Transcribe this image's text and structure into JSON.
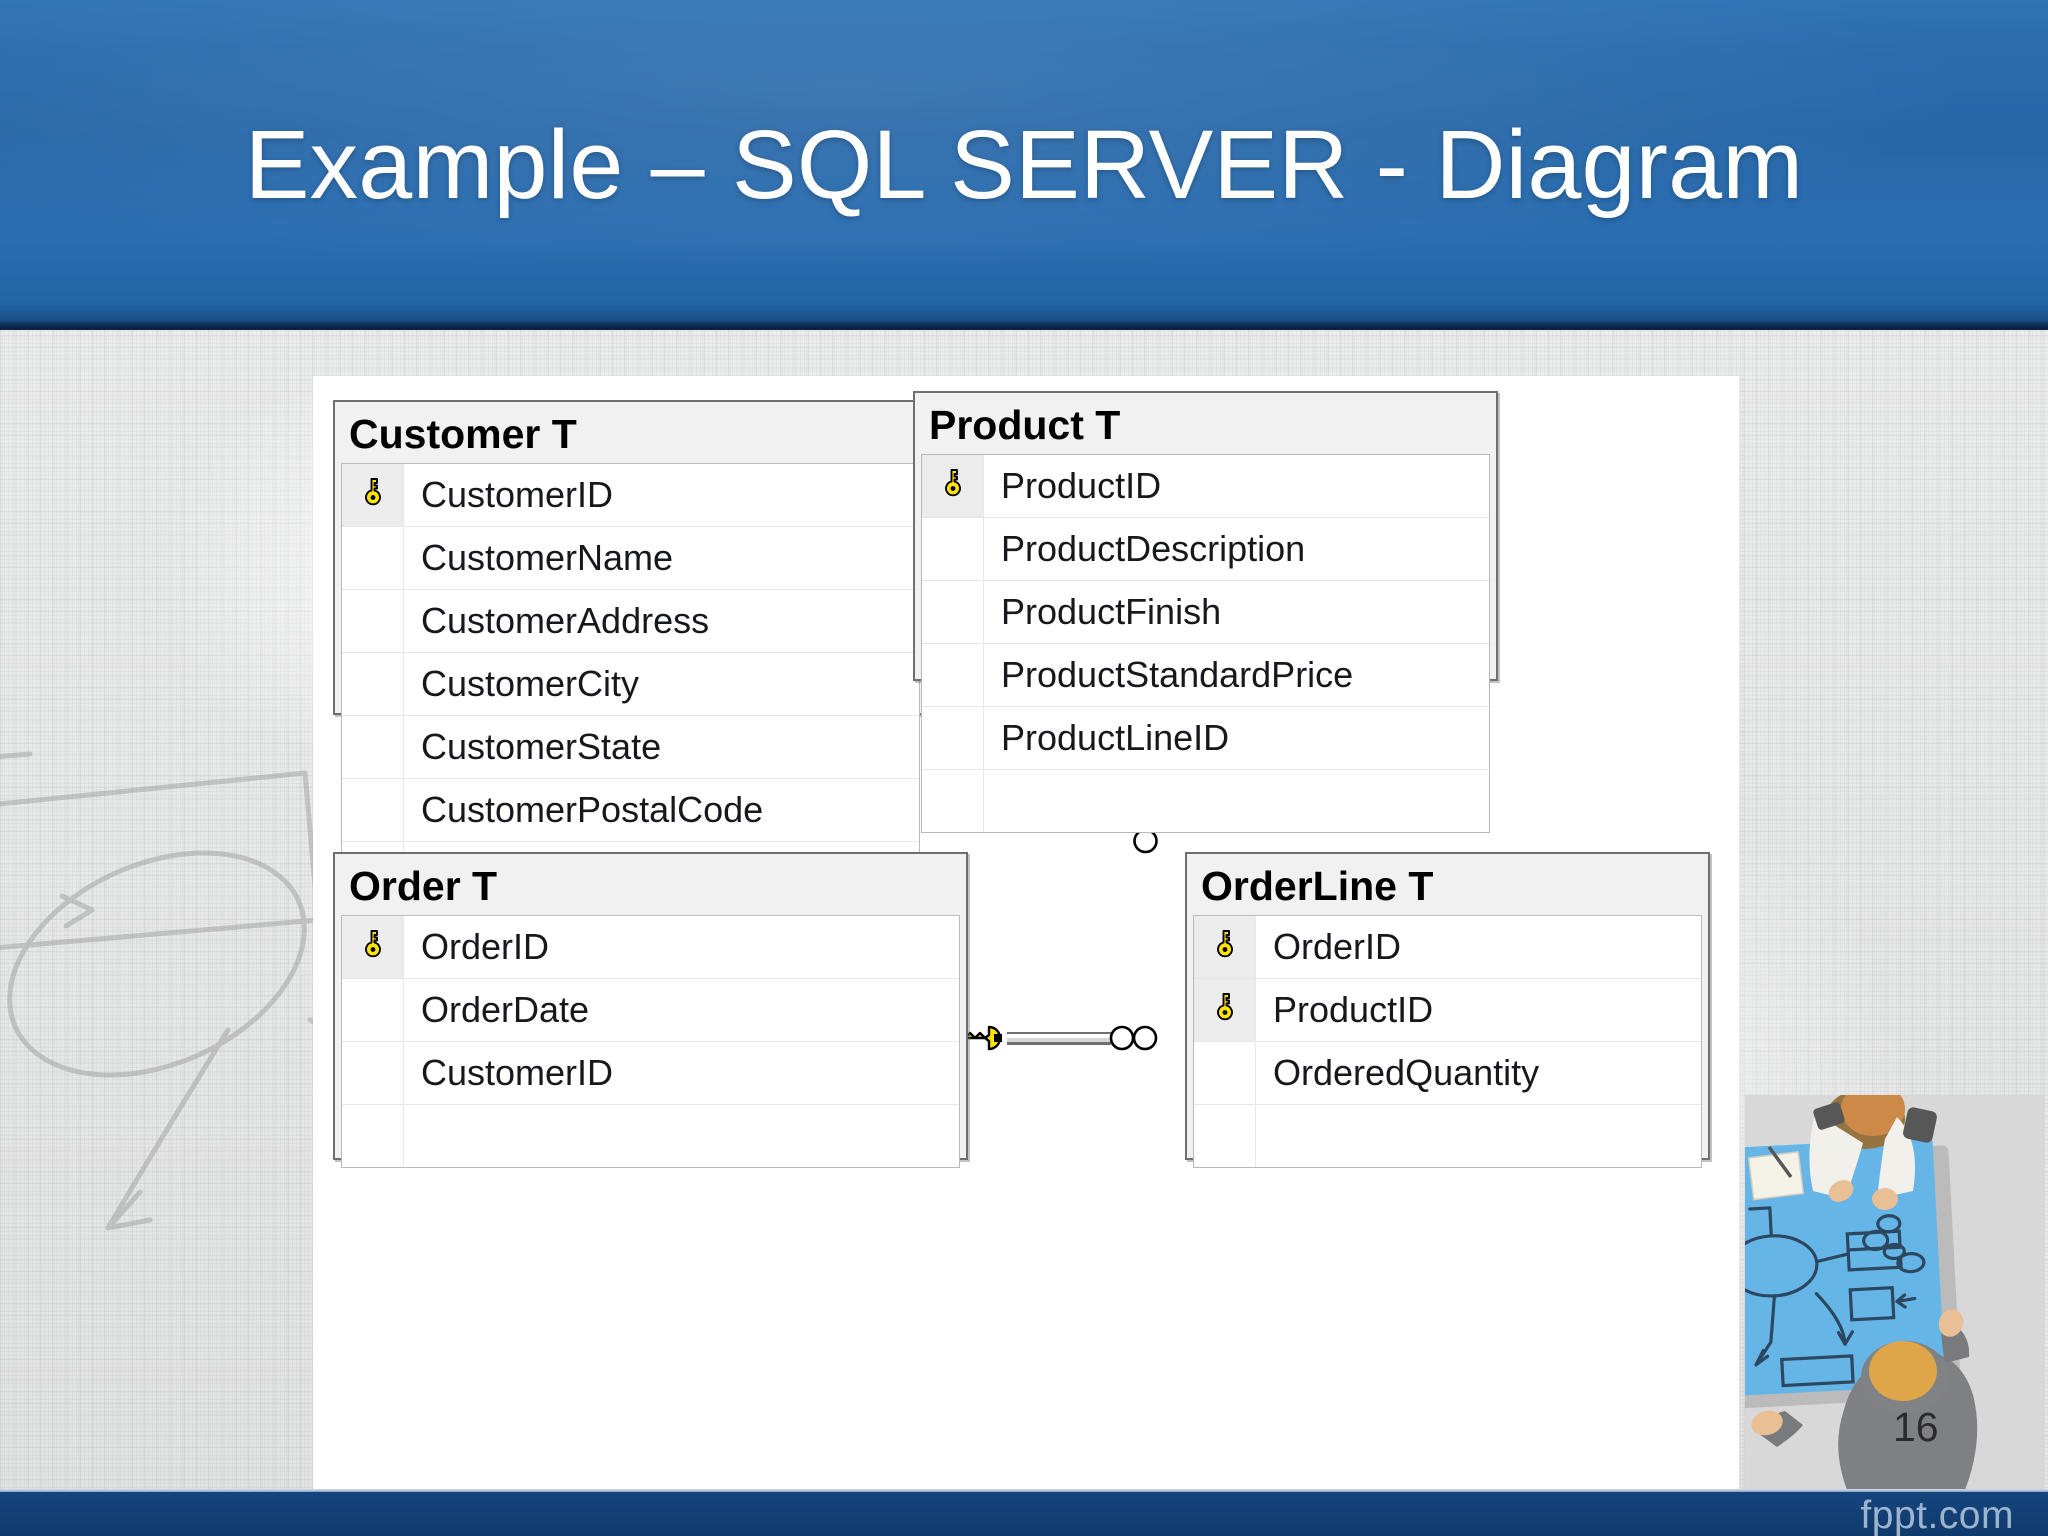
{
  "slide": {
    "title": "Example – SQL SERVER - Diagram",
    "page_number": "16",
    "watermark": "fppt.com",
    "accent_header_color": "#2a6cae",
    "footer_color": "#123f74",
    "canvas_color": "#ffffff",
    "key_icon_color": "#ffe400"
  },
  "diagram": {
    "type": "er-diagram",
    "tables": [
      {
        "name": "Customer T",
        "fields": [
          {
            "label": "CustomerID",
            "primary_key": true
          },
          {
            "label": "CustomerName",
            "primary_key": false
          },
          {
            "label": "CustomerAddress",
            "primary_key": false
          },
          {
            "label": "CustomerCity",
            "primary_key": false
          },
          {
            "label": "CustomerState",
            "primary_key": false
          },
          {
            "label": "CustomerPostalCode",
            "primary_key": false
          }
        ]
      },
      {
        "name": "Product T",
        "fields": [
          {
            "label": "ProductID",
            "primary_key": true
          },
          {
            "label": "ProductDescription",
            "primary_key": false
          },
          {
            "label": "ProductFinish",
            "primary_key": false
          },
          {
            "label": "ProductStandardPrice",
            "primary_key": false
          },
          {
            "label": "ProductLineID",
            "primary_key": false
          }
        ]
      },
      {
        "name": "Order T",
        "fields": [
          {
            "label": "OrderID",
            "primary_key": true
          },
          {
            "label": "OrderDate",
            "primary_key": false
          },
          {
            "label": "CustomerID",
            "primary_key": false
          }
        ]
      },
      {
        "name": "OrderLine T",
        "fields": [
          {
            "label": "OrderID",
            "primary_key": true
          },
          {
            "label": "ProductID",
            "primary_key": true
          },
          {
            "label": "OrderedQuantity",
            "primary_key": false
          }
        ]
      }
    ],
    "relationships": [
      {
        "from": "Customer T",
        "to": "Order T",
        "one_side": "Customer T",
        "many_side": "Order T",
        "cardinality": "one-to-many"
      },
      {
        "from": "Product T",
        "to": "OrderLine T",
        "one_side": "Product T",
        "many_side": "OrderLine T",
        "cardinality": "one-to-many"
      },
      {
        "from": "Order T",
        "to": "OrderLine T",
        "one_side": "Order T",
        "many_side": "OrderLine T",
        "cardinality": "one-to-many"
      }
    ]
  }
}
